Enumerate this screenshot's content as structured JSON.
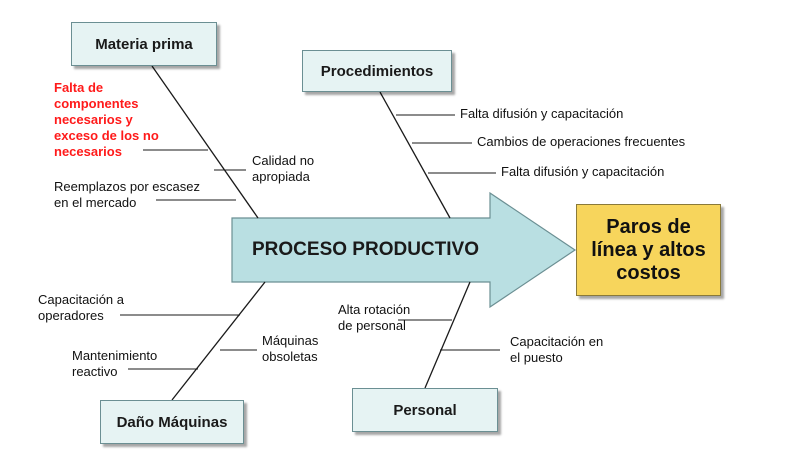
{
  "effect": {
    "text": "Paros de\nlínea y altos\ncostos",
    "color": "#f7d55c"
  },
  "spine": {
    "text": "PROCESO PRODUCTIVO",
    "color": "#b9dfe2"
  },
  "categories": {
    "materia_prima": "Materia prima",
    "procedimientos": "Procedimientos",
    "dano_maquinas": "Daño Máquinas",
    "personal": "Personal"
  },
  "causes": {
    "materia_prima": [
      {
        "text": "Falta de\ncomponentes\nnecesarios y\nexceso de los no\nnecesarios",
        "highlight": true
      },
      {
        "text": "Calidad no\napropiada"
      },
      {
        "text": "Reemplazos por escasez\nen el mercado"
      }
    ],
    "procedimientos": [
      {
        "text": "Falta difusión y capacitación"
      },
      {
        "text": "Cambios de operaciones frecuentes"
      },
      {
        "text": "Falta difusión y capacitación"
      }
    ],
    "dano_maquinas": [
      {
        "text": "Capacitación a\noperadores"
      },
      {
        "text": "Máquinas\nobsoletas"
      },
      {
        "text": "Mantenimiento\nreactivo"
      }
    ],
    "personal": [
      {
        "text": "Alta rotación\nde personal"
      },
      {
        "text": "Capacitación en\nel puesto"
      }
    ]
  },
  "colors": {
    "category_fill": "#e6f3f3",
    "highlight_text": "#ff1a1a",
    "line": "#1a1a1a"
  }
}
